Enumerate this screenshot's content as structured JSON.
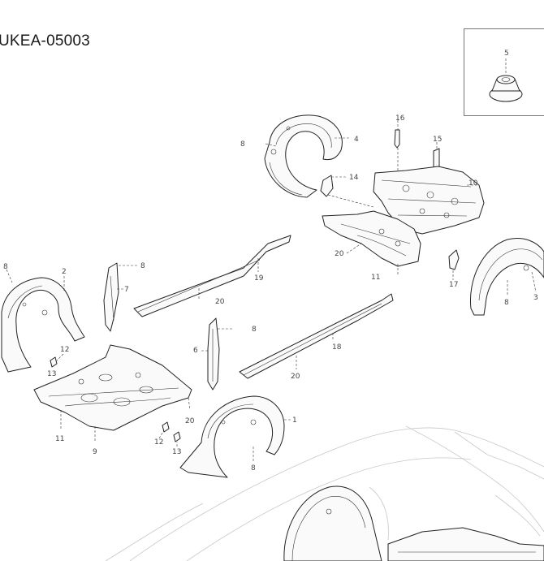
{
  "diagram_code": "UKEA-05003",
  "inset": {
    "callout": "5"
  },
  "callouts": [
    {
      "id": "c4",
      "text": "4"
    },
    {
      "id": "c8a",
      "text": "8"
    },
    {
      "id": "c16",
      "text": "16"
    },
    {
      "id": "c15",
      "text": "15"
    },
    {
      "id": "c14",
      "text": "14"
    },
    {
      "id": "c10",
      "text": "10"
    },
    {
      "id": "c8b",
      "text": "8"
    },
    {
      "id": "c2",
      "text": "2"
    },
    {
      "id": "c7",
      "text": "7"
    },
    {
      "id": "c8c",
      "text": "8"
    },
    {
      "id": "c19",
      "text": "19"
    },
    {
      "id": "c20a",
      "text": "20"
    },
    {
      "id": "c20b",
      "text": "20"
    },
    {
      "id": "c11a",
      "text": "11"
    },
    {
      "id": "c17",
      "text": "17"
    },
    {
      "id": "c8d",
      "text": "8"
    },
    {
      "id": "c3",
      "text": "3"
    },
    {
      "id": "c18",
      "text": "18"
    },
    {
      "id": "c6",
      "text": "6"
    },
    {
      "id": "c8e",
      "text": "8"
    },
    {
      "id": "c12a",
      "text": "12"
    },
    {
      "id": "c13a",
      "text": "13"
    },
    {
      "id": "c20c",
      "text": "20"
    },
    {
      "id": "c20d",
      "text": "20"
    },
    {
      "id": "c11b",
      "text": "11"
    },
    {
      "id": "c9",
      "text": "9"
    },
    {
      "id": "c12b",
      "text": "12"
    },
    {
      "id": "c13b",
      "text": "13"
    },
    {
      "id": "c1",
      "text": "1"
    },
    {
      "id": "c8f",
      "text": "8"
    }
  ]
}
